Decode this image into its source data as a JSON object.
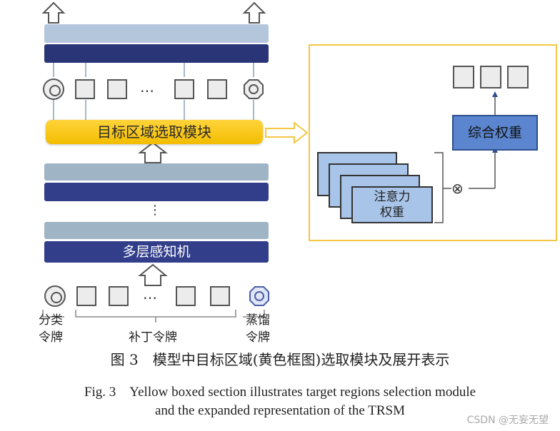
{
  "modules": {
    "target_region": "目标区域选取模块",
    "mlp": "多层感知机",
    "attention": "注意力",
    "attention_line2": "权重",
    "combined": "综合权重",
    "ellipsis": "…",
    "vdots": "⋮",
    "otimes": "⊗"
  },
  "tokens": {
    "cls": "分类",
    "cls2": "令牌",
    "patch": "补丁令牌",
    "distill": "蒸馏",
    "distill2": "令牌"
  },
  "caption": {
    "cn": "图 3　模型中目标区域(黄色框图)选取模块及展开表示",
    "en_line1": "Fig. 3　Yellow boxed section illustrates target regions selection module",
    "en_line2": "and the expanded representation of the TRSM"
  },
  "watermark": "CSDN @无妄无望",
  "colors": {
    "yellow": "#f5c518",
    "navy": "#2a3577",
    "light_blue": "#9fb4c5",
    "card_blue": "#a8c4e8",
    "combo_blue": "#5b86cf",
    "panel_border": "#f3c744"
  }
}
